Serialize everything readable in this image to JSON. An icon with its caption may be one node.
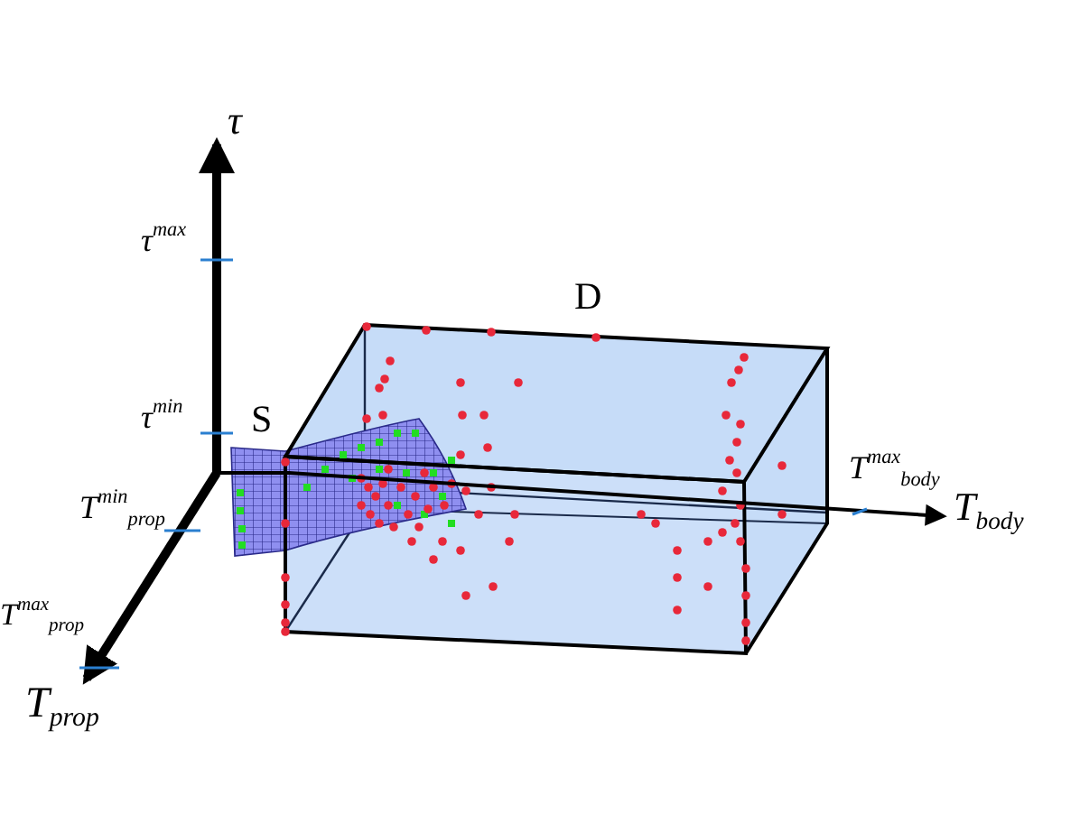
{
  "diagram": {
    "labels": [
      "τ",
      "τ$^{max}$",
      "D",
      "S",
      "τ$^{min}$",
      "T$^{max}$$_{body}$",
      "T$_{body}$",
      "T$^{min}$$_{prop}$",
      "T$^{max}$$_{prop}$",
      "T$_{prop}$"
    ]
  }
}
